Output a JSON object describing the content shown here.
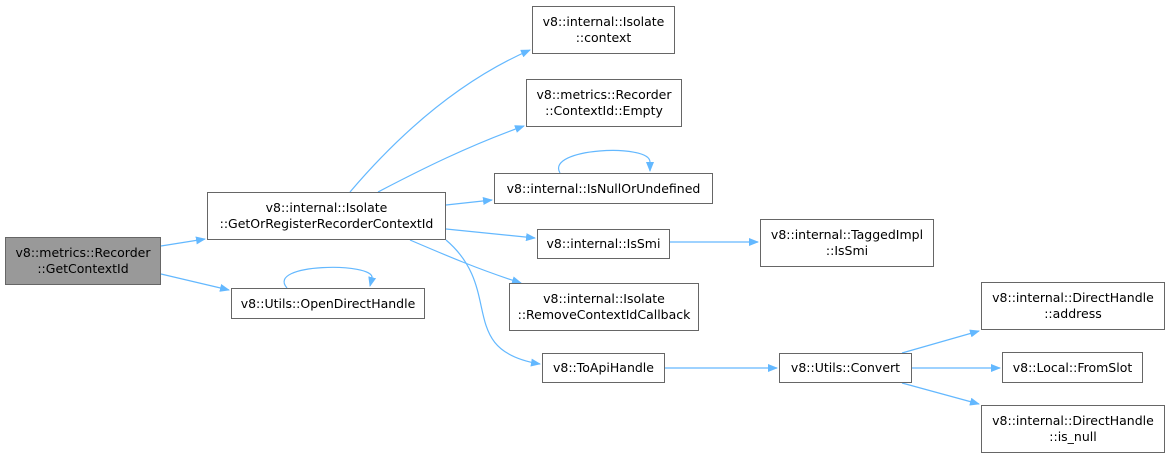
{
  "colors": {
    "edge": "#63b8ff",
    "node_border": "#666666",
    "root_fill": "#999999"
  },
  "nodes": {
    "getcontextid": {
      "line1": "v8::metrics::Recorder",
      "line2": "::GetContextId"
    },
    "getorregister": {
      "line1": "v8::internal::Isolate",
      "line2": "::GetOrRegisterRecorderContextId"
    },
    "opendirecthandle": {
      "line1": "v8::Utils::OpenDirectHandle"
    },
    "isolate_context": {
      "line1": "v8::internal::Isolate",
      "line2": "::context"
    },
    "contextid_empty": {
      "line1": "v8::metrics::Recorder",
      "line2": "::ContextId::Empty"
    },
    "isnullorundefined": {
      "line1": "v8::internal::IsNullOrUndefined"
    },
    "issmi": {
      "line1": "v8::internal::IsSmi"
    },
    "removecallback": {
      "line1": "v8::internal::Isolate",
      "line2": "::RemoveContextIdCallback"
    },
    "toapihandle": {
      "line1": "v8::ToApiHandle"
    },
    "taggedimpl_issmi": {
      "line1": "v8::internal::TaggedImpl",
      "line2": "::IsSmi"
    },
    "utils_convert": {
      "line1": "v8::Utils::Convert"
    },
    "directhandle_address": {
      "line1": "v8::internal::DirectHandle",
      "line2": "::address"
    },
    "local_fromslot": {
      "line1": "v8::Local::FromSlot"
    },
    "directhandle_isnull": {
      "line1": "v8::internal::DirectHandle",
      "line2": "::is_null"
    }
  }
}
